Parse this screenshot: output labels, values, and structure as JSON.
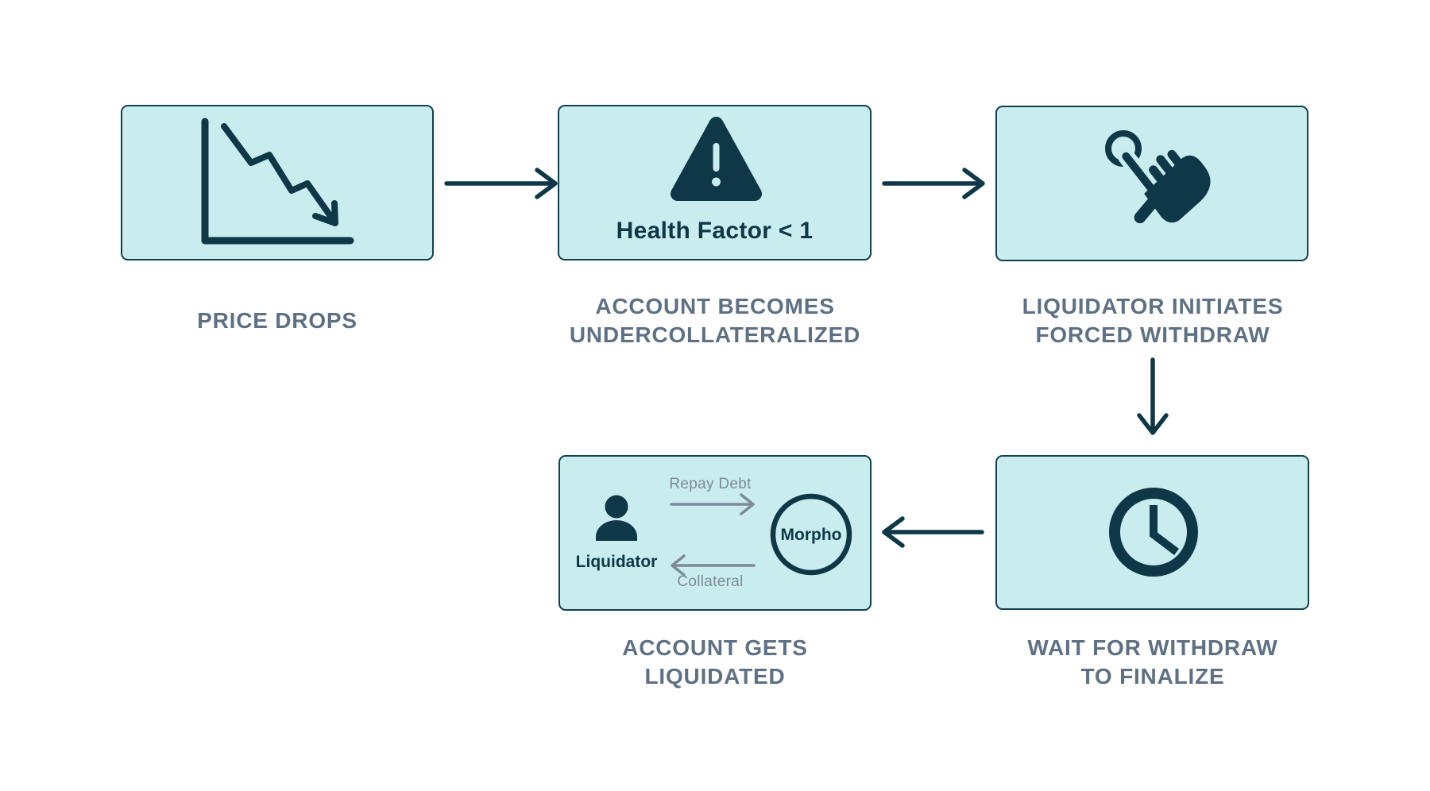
{
  "diagram_title": "liquidation-process-flow",
  "palette": {
    "box_background": "#c9ecee",
    "box_border": "#10404f",
    "dark_teal": "#0e3847",
    "step_label_gray": "#5e7184",
    "small_gray": "#7d8b98",
    "canvas_background": "#ffffff"
  },
  "steps": [
    {
      "id": "price-drops",
      "icon": "declining-chart-icon",
      "label_lines": [
        "PRICE DROPS"
      ]
    },
    {
      "id": "account-undercollateralized",
      "icon": "warning-triangle-icon",
      "box_text": "Health Factor < 1",
      "label_lines": [
        "ACCOUNT BECOMES",
        "UNDERCOLLATERALIZED"
      ]
    },
    {
      "id": "liquidator-initiates",
      "icon": "tap-hand-icon",
      "label_lines": [
        "LIQUIDATOR INITIATES",
        "FORCED WITHDRAW"
      ]
    },
    {
      "id": "wait-finalize",
      "icon": "clock-icon",
      "label_lines": [
        "WAIT FOR WITHDRAW",
        "TO FINALIZE"
      ]
    },
    {
      "id": "account-liquidated",
      "icon": "liquidation-exchange",
      "label_lines": [
        "ACCOUNT GETS",
        "LIQUIDATED"
      ],
      "inner": {
        "actor": "Liquidator",
        "protocol": "Morpho",
        "top_arrow_label": "Repay Debt",
        "bottom_arrow_label": "Collateral"
      }
    }
  ]
}
